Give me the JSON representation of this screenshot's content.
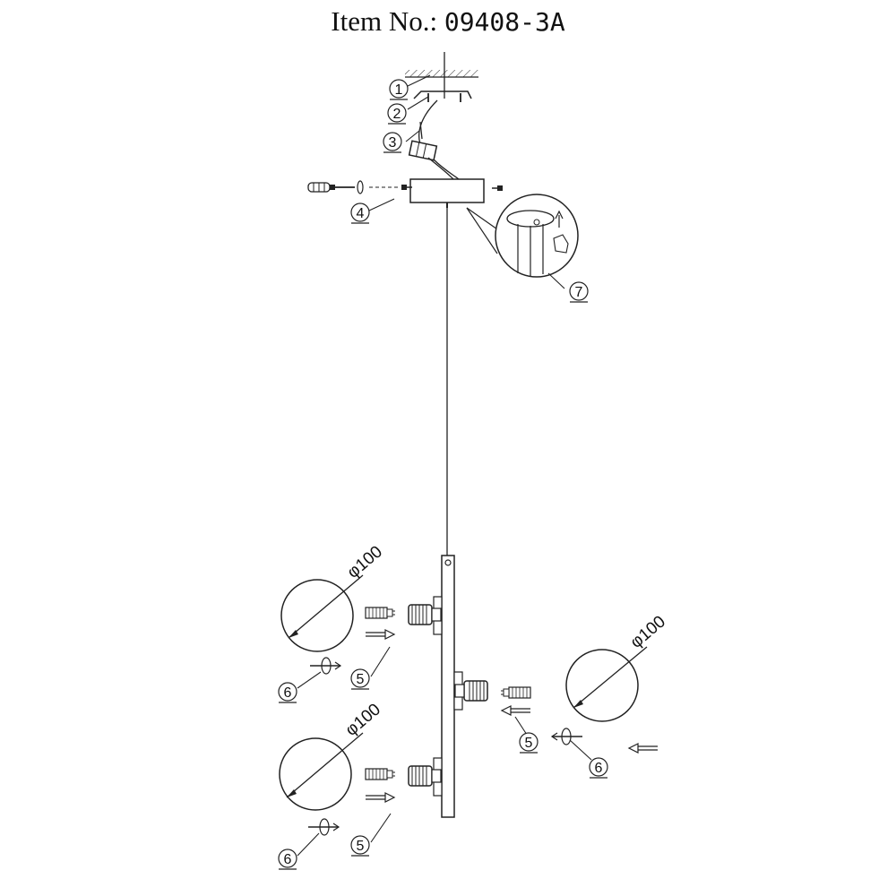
{
  "title": {
    "label": "Item No.:",
    "code": "09408-3A"
  },
  "callouts": [
    "1",
    "2",
    "3",
    "4",
    "5",
    "6",
    "7"
  ],
  "shade_dimension": "φ100"
}
